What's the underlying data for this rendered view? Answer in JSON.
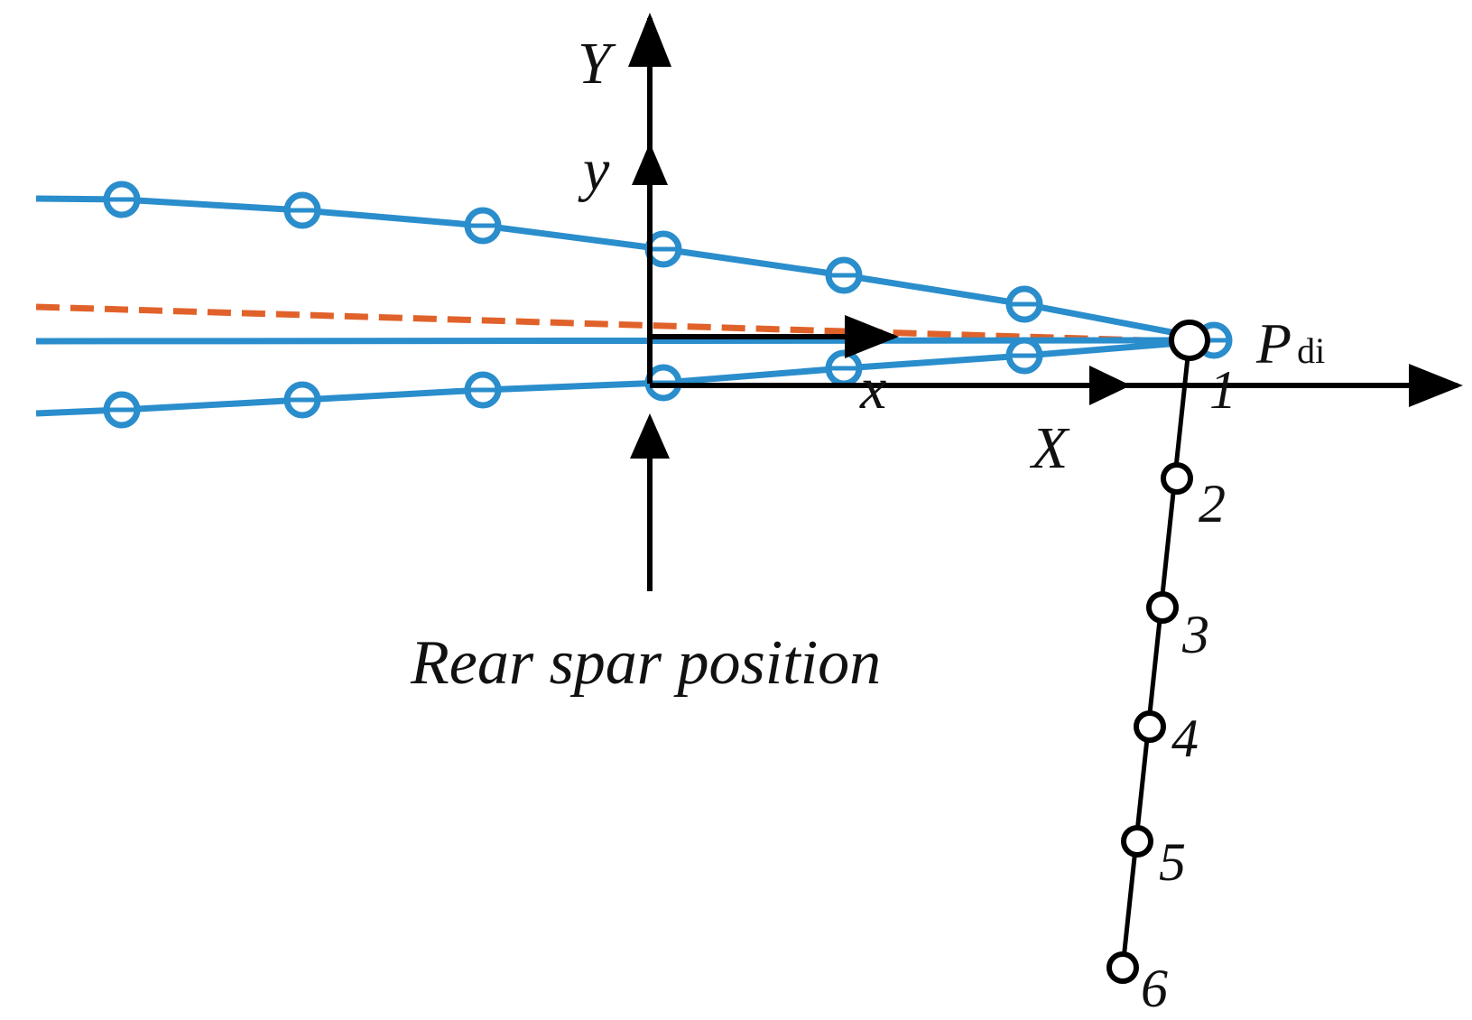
{
  "labels": {
    "Y": "Y",
    "y": "y",
    "x": "x",
    "X": "X",
    "P": "P",
    "P_sub": "di",
    "rear_spar": "Rear spar position"
  },
  "point_numbers": [
    "1",
    "2",
    "3",
    "4",
    "5",
    "6"
  ],
  "colors": {
    "blue": "#2a8dcc",
    "orange": "#e0622a",
    "black": "#000000"
  }
}
